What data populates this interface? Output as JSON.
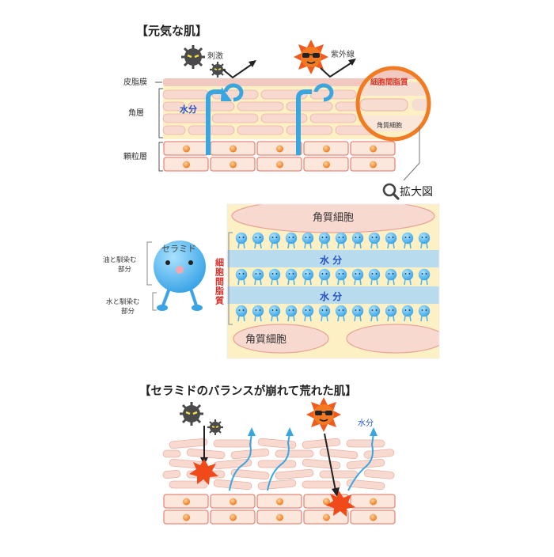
{
  "section_healthy": {
    "title": "【元気な肌】",
    "stimulus_label": "刺激",
    "uv_label": "紫外線",
    "layer_labels": {
      "sebum": "皮脂膜",
      "stratum_corneum": "角層",
      "granular": "顆粒層"
    },
    "water_label": "水分",
    "zoom_intercellular": "細胞間脂質",
    "zoom_corneocyte": "角質細胞",
    "magnify_label": "拡大図"
  },
  "magnified": {
    "corneocyte_top": "角質細胞",
    "corneocyte_bottom": "角質細胞",
    "water_1": "水 分",
    "water_2": "水 分",
    "intercellular_vertical": "細胞間脂質"
  },
  "ceramide": {
    "name": "セラミド",
    "oil_side": [
      "油と馴染む",
      "部分"
    ],
    "water_side": [
      "水と馴染む",
      "部分"
    ]
  },
  "section_damaged": {
    "title": "【セラミドのバランスが崩れて荒れた肌】",
    "water_label": "水分"
  },
  "colors": {
    "sebum": "#f2c9c1",
    "cell_fill": "#fbe7dc",
    "cell_stroke": "#e8887c",
    "nucleus": "#f08a2c",
    "lipid_bg": "#fdf3c8",
    "water_band": "#b9dbee",
    "arrow_blue": "#3aa6e0",
    "label_red": "#d9332c",
    "label_blue": "#2452c8",
    "ceramide_blue": "#4fb6ec"
  }
}
